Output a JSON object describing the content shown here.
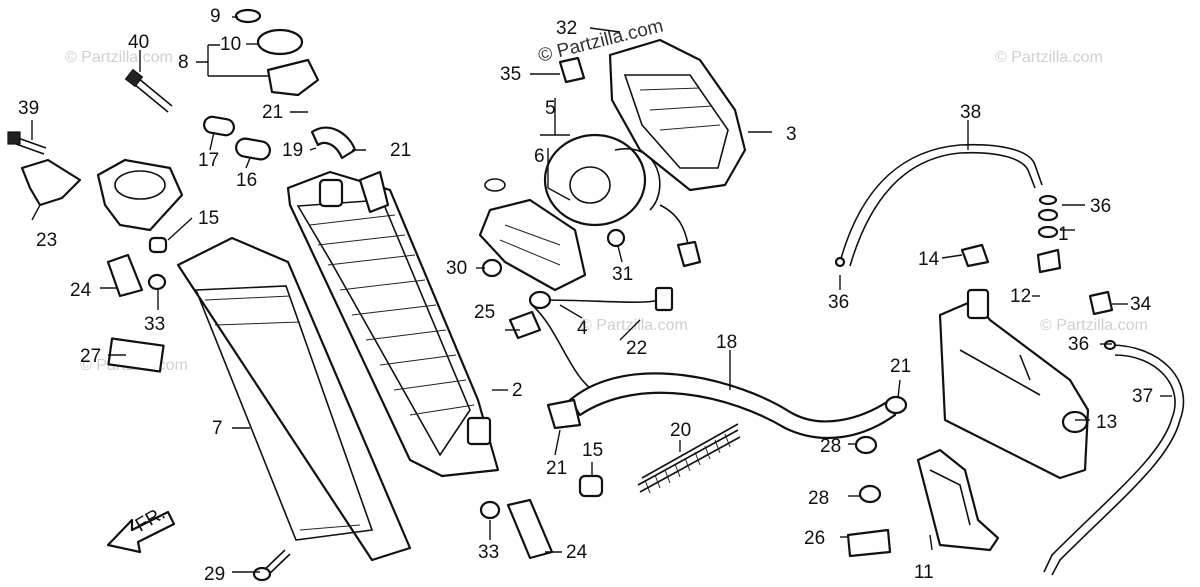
{
  "watermarks": {
    "main": "© Partzilla.com",
    "repeat": "© Partzilla.com"
  },
  "direction_marker": "FR.",
  "callouts": {
    "c1": "1",
    "c2": "2",
    "c3": "3",
    "c4": "4",
    "c5": "5",
    "c6": "6",
    "c7": "7",
    "c8": "8",
    "c9": "9",
    "c10": "10",
    "c11": "11",
    "c12": "12",
    "c13": "13",
    "c14": "14",
    "c15a": "15",
    "c15b": "15",
    "c16": "16",
    "c17": "17",
    "c18": "18",
    "c19": "19",
    "c20": "20",
    "c21a": "21",
    "c21b": "21",
    "c21c": "21",
    "c21d": "21",
    "c22": "22",
    "c23": "23",
    "c24a": "24",
    "c24b": "24",
    "c25": "25",
    "c26": "26",
    "c27": "27",
    "c28a": "28",
    "c28b": "28",
    "c29": "29",
    "c30": "30",
    "c31": "31",
    "c32": "32",
    "c33a": "33",
    "c33b": "33",
    "c34": "34",
    "c35": "35",
    "c36a": "36",
    "c36b": "36",
    "c36c": "36",
    "c37": "37",
    "c38": "38",
    "c39": "39",
    "c40": "40"
  }
}
